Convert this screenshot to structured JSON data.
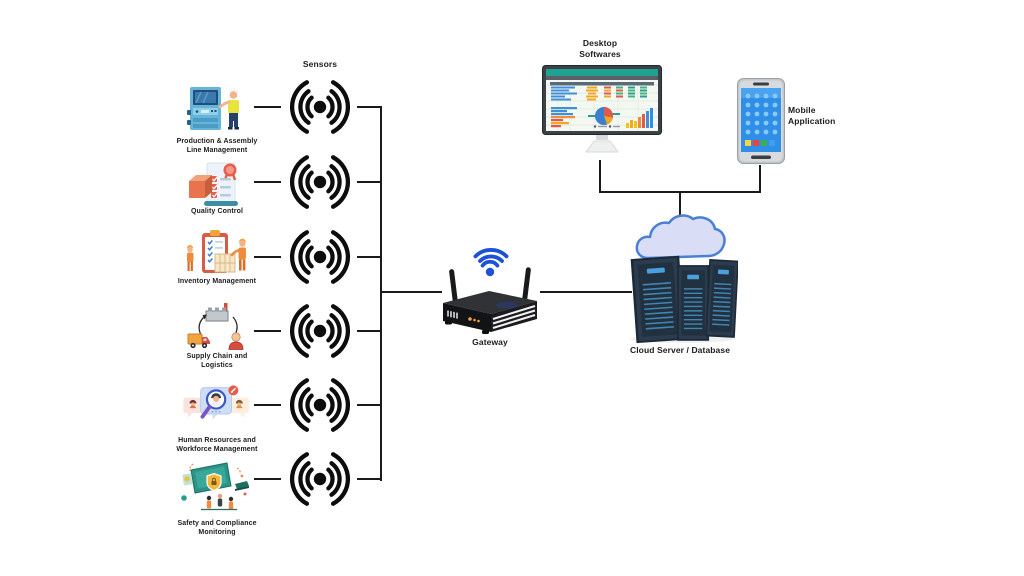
{
  "diagram": {
    "title": "Sensors",
    "line_color": "#1a1a1a",
    "categories": [
      {
        "id": "production-assembly",
        "line1": "Production & Assembly",
        "line2": "Line Management",
        "icon": "machine-worker-icon"
      },
      {
        "id": "quality-control",
        "line1": "Quality Control",
        "line2": "",
        "icon": "checklist-badge-box-icon"
      },
      {
        "id": "inventory-management",
        "line1": "Inventory Management",
        "line2": "",
        "icon": "clipboard-boxes-workers-icon"
      },
      {
        "id": "supply-chain",
        "line1": "Supply Chain and",
        "line2": "Logistics",
        "icon": "factory-truck-person-cycle-icon"
      },
      {
        "id": "human-resources",
        "line1": "Human Resources and",
        "line2": "Workforce Management",
        "icon": "people-bubbles-magnifier-icon"
      },
      {
        "id": "safety-compliance",
        "line1": "Safety and Compliance",
        "line2": "Monitoring",
        "icon": "dashboard-shield-people-icon"
      }
    ],
    "sensor_icon": "wifi-signal-icon",
    "gateway": {
      "label": "Gateway",
      "icon": "router-wifi-icon",
      "wifi_color": "#1d52d8",
      "body_color": "#141517",
      "led_color": "#f0a43c"
    },
    "cloud_server": {
      "label": "Cloud Server / Database",
      "icon": "cloud-server-racks-icon",
      "cloud_fill": "#d9def6",
      "cloud_stroke": "#4a7fd6",
      "rack_color": "#2c3c4f",
      "rack_line_color": "#4694c8"
    },
    "desktop": {
      "line1": "Desktop",
      "line2": "Softwares",
      "icon": "monitor-spreadsheet-icon",
      "topbar_color": "#1fa292",
      "frame_color": "#3a4147"
    },
    "mobile": {
      "line1": "Mobile",
      "line2": "Application",
      "icon": "smartphone-icon",
      "screen_color": "#2f8fe8"
    }
  }
}
